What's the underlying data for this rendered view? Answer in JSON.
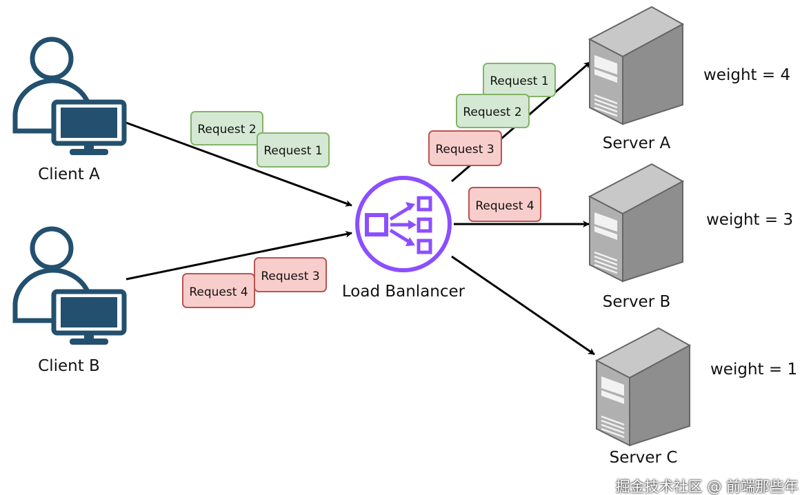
{
  "clients": [
    {
      "label": "Client A"
    },
    {
      "label": "Client B"
    }
  ],
  "load_balancer": {
    "label": "Load Banlancer",
    "color": "#8c4fff"
  },
  "servers": [
    {
      "label": "Server A",
      "weight": "weight = 4"
    },
    {
      "label": "Server B",
      "weight": "weight = 3"
    },
    {
      "label": "Server C",
      "weight": "weight = 1"
    }
  ],
  "requests": {
    "client_a": [
      "Request 2",
      "Request 1"
    ],
    "client_b": [
      "Request 3",
      "Request 4"
    ],
    "server_a": [
      "Request 1",
      "Request 2",
      "Request 3"
    ],
    "server_b": [
      "Request 4"
    ]
  },
  "colors": {
    "client": "#23506e",
    "green_fill": "#d5e8d4",
    "green_stroke": "#82b366",
    "red_fill": "#f8cecc",
    "red_stroke": "#b85450"
  },
  "watermark": "掘金技术社区 @ 前端那些年"
}
